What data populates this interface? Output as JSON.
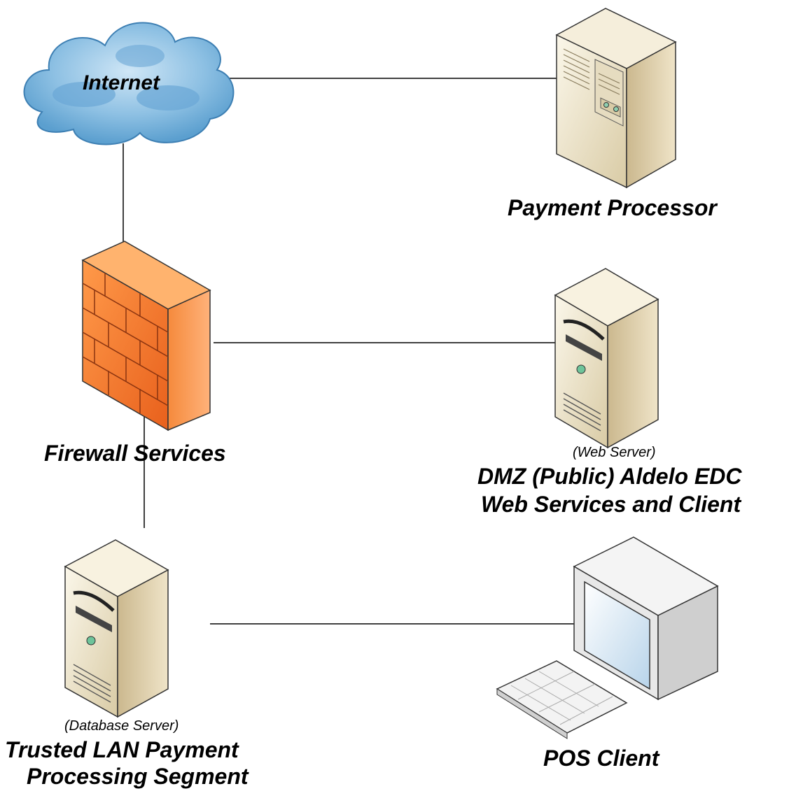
{
  "nodes": {
    "internet": {
      "label": "Internet",
      "icon": "cloud-icon"
    },
    "payment_processor": {
      "label": "Payment Processor",
      "icon": "server-tower-icon"
    },
    "firewall": {
      "label": "Firewall Services",
      "icon": "firewall-icon"
    },
    "web_server": {
      "subtitle": "(Web Server)",
      "label_line1": "DMZ (Public) Aldelo EDC",
      "label_line2": "Web Services and Client",
      "icon": "server-icon"
    },
    "database_server": {
      "subtitle": "(Database Server)",
      "label_line1": "Trusted LAN Payment",
      "label_line2": "Processing Segment",
      "icon": "server-icon"
    },
    "pos_client": {
      "label": "POS Client",
      "icon": "desktop-computer-icon"
    }
  },
  "connections": [
    {
      "from": "internet",
      "to": "payment_processor"
    },
    {
      "from": "internet",
      "to": "firewall"
    },
    {
      "from": "firewall",
      "to": "web_server"
    },
    {
      "from": "firewall",
      "to": "database_server"
    },
    {
      "from": "database_server",
      "to": "pos_client"
    }
  ],
  "colors": {
    "cloud": "#7fb6dc",
    "firewall": "#f47a2f",
    "server_body": "#efe6cf",
    "line": "#000000"
  }
}
